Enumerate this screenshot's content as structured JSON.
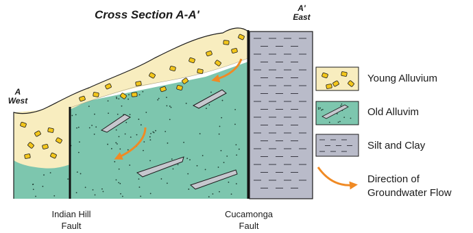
{
  "diagram": {
    "title": "Cross Section A-A'",
    "west_end": [
      "A",
      "West"
    ],
    "east_end": [
      "A'",
      "East"
    ],
    "faults": [
      {
        "name_line1": "Indian Hill",
        "name_line2": "Fault"
      },
      {
        "name_line1": "Cucamonga",
        "name_line2": "Fault"
      }
    ]
  },
  "legend": {
    "items": [
      {
        "label": "Young Alluvium",
        "swatch": "young-alluvium"
      },
      {
        "label": "Old Alluvim",
        "swatch": "old-alluvium"
      },
      {
        "label": "Silt and Clay",
        "swatch": "silt-clay"
      },
      {
        "label_line1": "Direction of",
        "label_line2": "Groundwater Flow",
        "swatch": "flow-arrow"
      }
    ]
  },
  "colors": {
    "young_alluvium": "#f8edbf",
    "pebble": "#f3c61b",
    "old_alluvium": "#7dc6ae",
    "silt_clay": "#b9bbc9",
    "lens": "#c6c7ce",
    "flow_arrow": "#f08a24",
    "outline": "#1a1a1a"
  }
}
